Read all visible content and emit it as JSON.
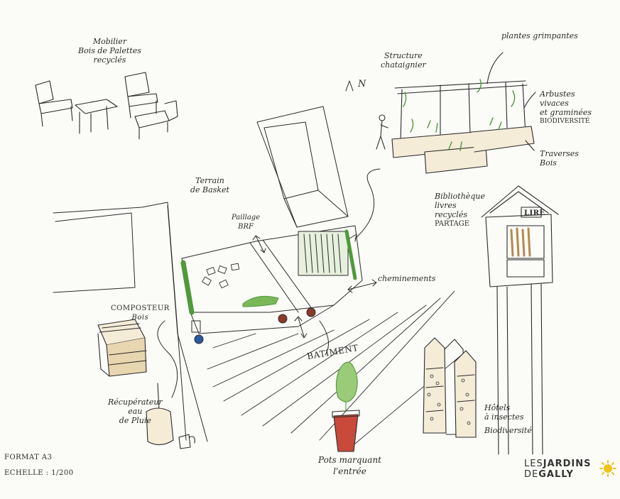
{
  "labels": {
    "mobilier": [
      "Mobilier",
      "Bois de Palettes",
      "recyclés"
    ],
    "north": "N",
    "structure": [
      "Structure",
      "chataignier"
    ],
    "plantes": "plantes grimpantes",
    "arbustes": [
      "Arbustes",
      "vivaces",
      "et graminées",
      "BIODIVERSITÉ"
    ],
    "traverses": [
      "Traverses",
      "Bois"
    ],
    "terrain": [
      "Terrain",
      "de Basket"
    ],
    "paillage": [
      "Paillage",
      "BRF"
    ],
    "bibliotheque": [
      "Bibliothèque",
      "livres",
      "recyclés",
      "PARTAGE"
    ],
    "lire": "LIRE",
    "cheminements": "cheminements",
    "composteur": [
      "COMPOSTEUR",
      "Bois"
    ],
    "batiment": "BATIMENT",
    "recuperateur": [
      "Récupérateur",
      "eau",
      "de Pluie"
    ],
    "hotels": [
      "Hôtels",
      "à insectes",
      "Biodiversité"
    ],
    "pots": [
      "Pots marquant",
      "l'entrée"
    ],
    "format": "FORMAT A3",
    "echelle": "ECHELLE : 1/200"
  },
  "brand": {
    "line1_a": "LES",
    "line1_b": "JARDINS",
    "line2_a": "DE",
    "line2_b": "GALLY"
  },
  "colors": {
    "ink": "#2a2a2a",
    "green": "#4f9a3a",
    "lightGreen": "#8cc46b",
    "red": "#c94a3a",
    "wood": "#b5894f",
    "sun": "#f2c21a"
  }
}
